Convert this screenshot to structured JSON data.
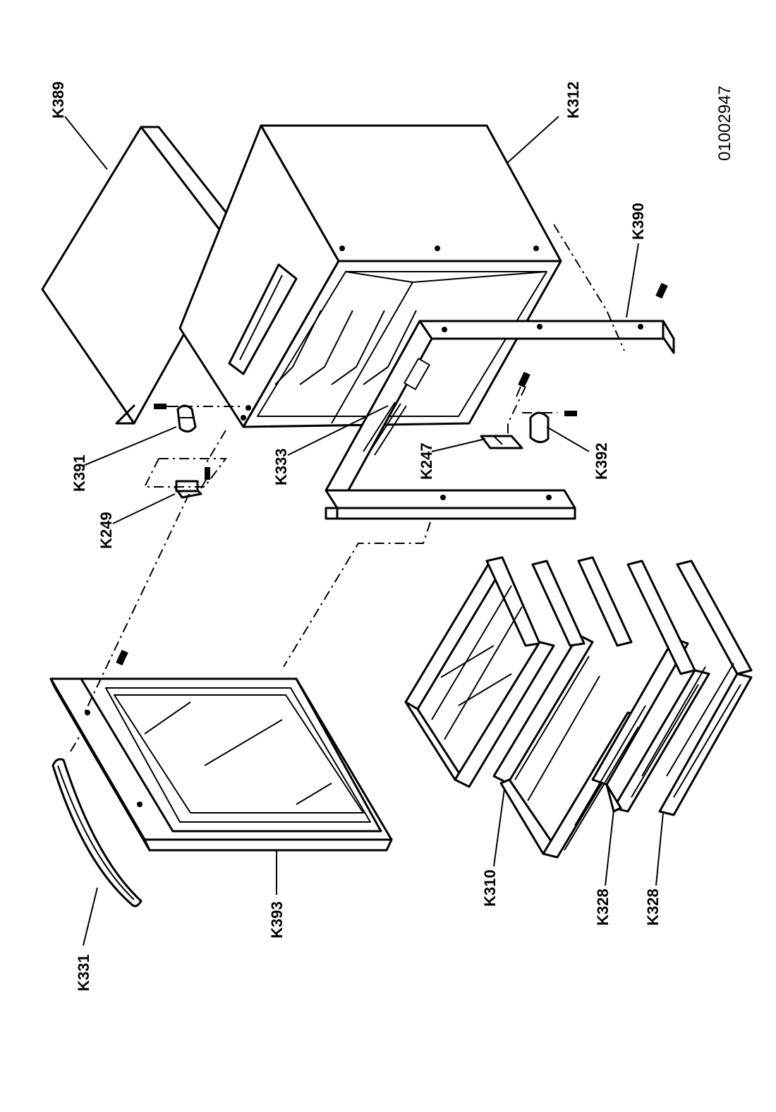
{
  "document_number": "01002947",
  "labels": {
    "k389": "K389",
    "k312": "K312",
    "k390": "K390",
    "k391": "K391",
    "k249": "K249",
    "k333": "K333",
    "k247": "K247",
    "k392": "K392",
    "k393": "K393",
    "k331": "K331",
    "k310": "K310",
    "k328_a": "K328",
    "k328_b": "K328"
  }
}
